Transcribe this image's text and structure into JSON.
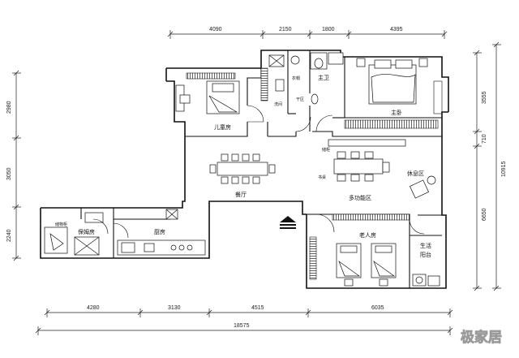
{
  "dimensions": {
    "top": [
      "4090",
      "2150",
      "1800",
      "4395"
    ],
    "bottom": [
      "4280",
      "3130",
      "4515",
      "6035"
    ],
    "bottom_total": "18575",
    "left": [
      "2980",
      "3050",
      "2240"
    ],
    "right": [
      "3555",
      "6650"
    ],
    "right_small": "710",
    "right_total": "10915"
  },
  "rooms": {
    "kids_room": "儿童房",
    "cloakroom": "衣帽",
    "master_bath": "主卫",
    "master_bedroom": "主卧",
    "dining": "餐厅",
    "lounge": "休息区",
    "multi_area": "多功能区",
    "nanny_room": "保姆房",
    "kitchen": "厨房",
    "elder_room": "老人房",
    "service_balcony_1": "生活",
    "service_balcony_2": "阳台",
    "washroom": "洗间",
    "dry_zone": "干区",
    "tiny_label_1": "储柜",
    "tiny_label_2": "书桌",
    "tiny_label_3": "储物柜"
  },
  "watermark": "极家居",
  "colors": {
    "line": "#1a1a1a",
    "fill": "#ffffff",
    "hatch": "#333333"
  },
  "icons": {
    "entrance": "stairs-arrow-icon"
  }
}
